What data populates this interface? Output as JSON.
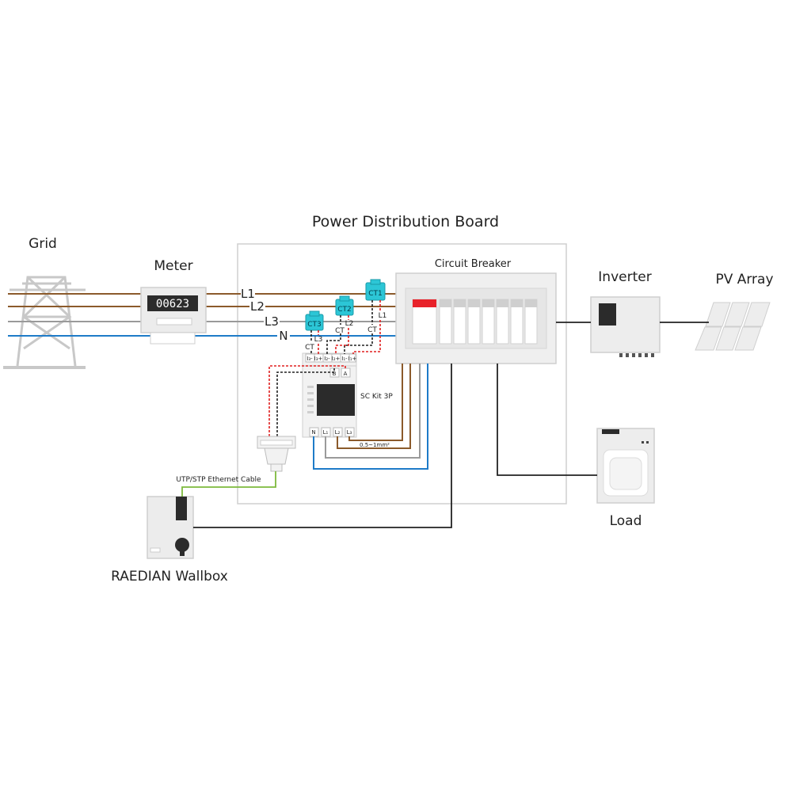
{
  "title": "Power Distribution Board",
  "nodes": {
    "grid": "Grid",
    "meter": "Meter",
    "meter_reading": "00623",
    "circuit_breaker": "Circuit Breaker",
    "inverter": "Inverter",
    "pv_array": "PV Array",
    "load": "Load",
    "wallbox": "RAEDIAN Wallbox",
    "sc_kit": "SC Kit 3P"
  },
  "lines": {
    "l1": "L1",
    "l2": "L2",
    "l3": "L3",
    "n": "N"
  },
  "cts": {
    "ct1": "CT1",
    "ct2": "CT2",
    "ct3": "CT3",
    "ct_label": "CT",
    "ct1_line": "L1",
    "ct2_line": "L2",
    "ct3_line": "L3"
  },
  "terminals": {
    "top": [
      "I₃-",
      "I₃+",
      "I₂-",
      "I₂+",
      "I₁-",
      "I₁+"
    ],
    "rs485_b": "B",
    "rs485_a": "A",
    "bottom": [
      "N",
      "L₁",
      "L₂",
      "L₃"
    ]
  },
  "wire_spec": "0.5~1mm²",
  "ethernet_label": "UTP/STP Ethernet Cable",
  "colors": {
    "l1": "#8B5A2B",
    "l2": "#8B5A2B",
    "l3": "#9a9a9a",
    "neutral": "#1E7BC8",
    "ct_body": "#2CC6D6",
    "ethernet": "#7DBA3C",
    "signal_red": "#E02020",
    "breaker_trip": "#E8222A"
  }
}
